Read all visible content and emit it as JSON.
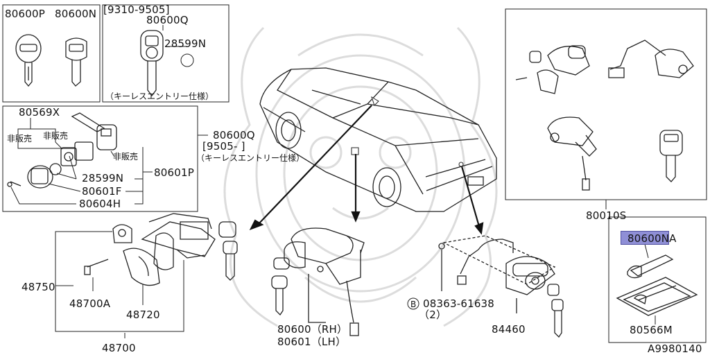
{
  "callouts": {
    "key_nissan": "80600P",
    "key_blank": "80600N",
    "date_range_1": "[9310-9505]",
    "key_q_top": "80600Q",
    "battery_top": "28599N",
    "keyless_note_top": "（キーレスエントリー仕様）",
    "fob_case": "80569X",
    "not_sold_left": "非販売",
    "not_sold_mid": "非販売",
    "not_sold_right": "非販売",
    "battery_fob": "28599N",
    "fob_cover": "80601F",
    "fob_screw": "80604H",
    "key_q_right": "80600Q",
    "date_range_2": "[9505-    ]",
    "keyless_note_right": "（キーレスエントリー仕様）",
    "fob_assembly": "80601P",
    "lock_set": "80010S",
    "ignition_body": "48750",
    "ignition_clamp": "48700A",
    "ignition_bracket": "48720",
    "ignition_assembly": "48700",
    "door_lock_rh": "80600（RH）",
    "door_lock_lh": "80601（LH）",
    "bolt_circle": "B",
    "bolt_part": "08363-61638",
    "bolt_qty": "（2）",
    "trunk_lock": "84460",
    "master_key_prefix": "80600N",
    "master_key_suffix": "A",
    "key_plate": "80566M",
    "diagram_id": "A9980140"
  },
  "colors": {
    "line": "#222222",
    "highlight": "#8f8fd6",
    "watermark": "#d8d8d8"
  }
}
